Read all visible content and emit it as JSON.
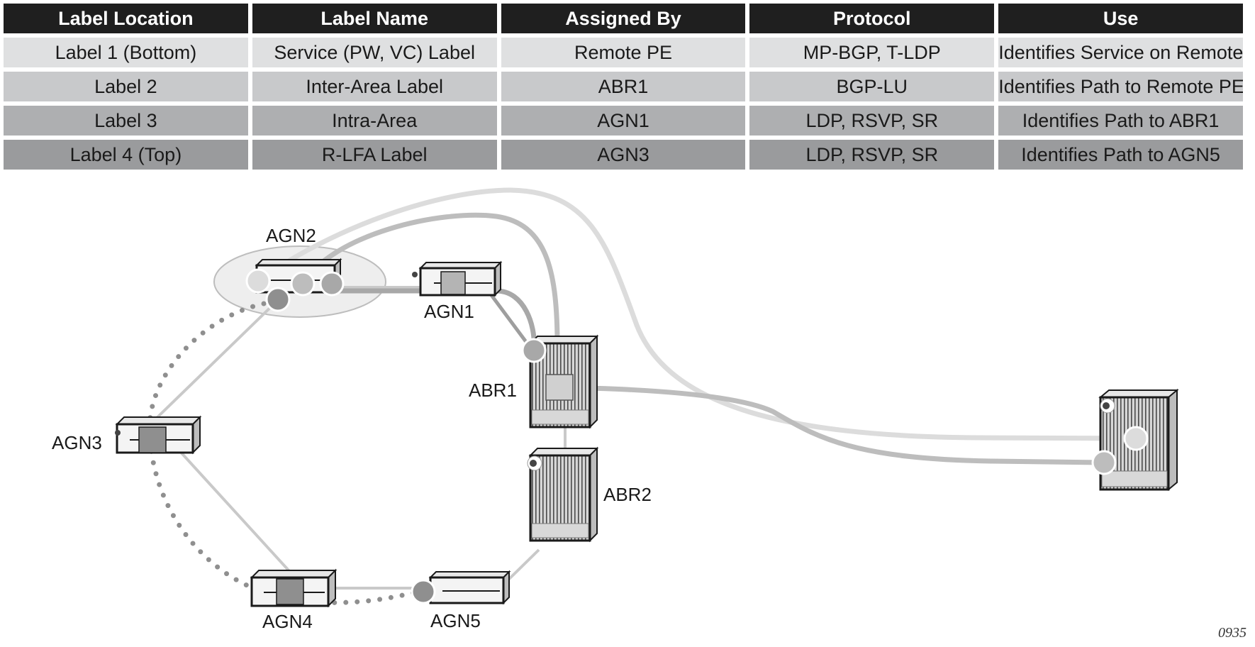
{
  "table": {
    "headers": [
      "Label Location",
      "Label Name",
      "Assigned By",
      "Protocol",
      "Use"
    ],
    "rows": [
      [
        "Label 1 (Bottom)",
        "Service (PW, VC) Label",
        "Remote PE",
        "MP-BGP, T-LDP",
        "Identifies Service on Remote PE"
      ],
      [
        "Label 2",
        "Inter-Area Label",
        "ABR1",
        "BGP-LU",
        "Identifies Path to Remote PE"
      ],
      [
        "Label 3",
        "Intra-Area",
        "AGN1",
        "LDP, RSVP, SR",
        "Identifies Path to ABR1"
      ],
      [
        "Label 4 (Top)",
        "R-LFA Label",
        "AGN3",
        "LDP, RSVP, SR",
        "Identifies Path to AGN5"
      ]
    ]
  },
  "nodes": {
    "agn1": "AGN1",
    "agn2": "AGN2",
    "agn3": "AGN3",
    "agn4": "AGN4",
    "agn5": "AGN5",
    "abr1": "ABR1",
    "abr2": "ABR2"
  },
  "figure_id": "0935",
  "colors": {
    "header_bg": "#1f1f1f",
    "row_1": "#dfe0e1",
    "row_2": "#c8c9cb",
    "row_3": "#aeafb1",
    "row_4": "#9a9b9d",
    "label1_path": "#dcdcdc",
    "label2_path": "#bdbdbd",
    "label3_path": "#a8a8a8",
    "label4_path": "#8f8f8f"
  }
}
